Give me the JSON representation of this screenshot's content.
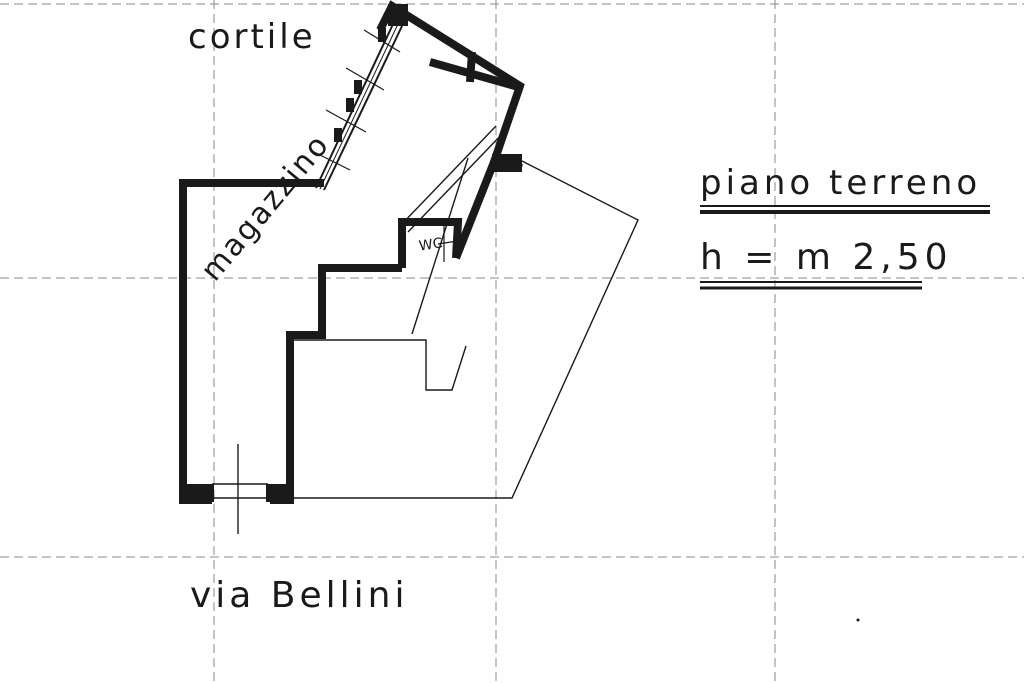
{
  "labels": {
    "courtyard": "cortile",
    "street": "via Bellini",
    "floor_name": "piano terreno",
    "floor_height": "h = m 2,50",
    "room": "magazzino",
    "wc": "WC"
  },
  "colors": {
    "ink": "#1a1a1a",
    "grid": "#8a8a8a",
    "paper": "#ffffff"
  }
}
